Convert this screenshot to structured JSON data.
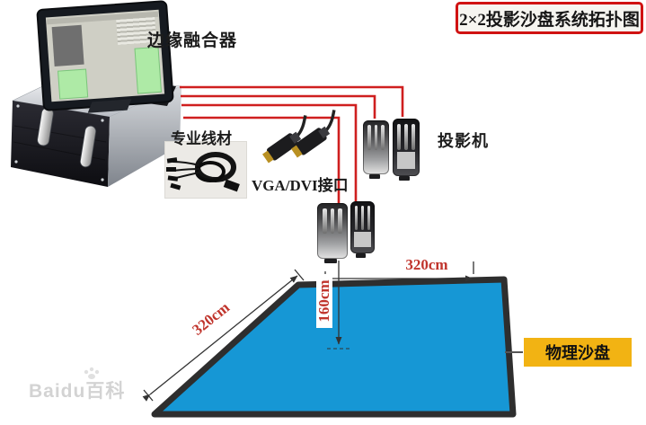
{
  "title": "2×2投影沙盘系统拓扑图",
  "device_labels": {
    "edge_blender": "边缘融合器",
    "professional_cable": "专业线材",
    "vga_dvi_port": "VGA/DVI接口",
    "projector": "投影机",
    "physical_sandbox": "物理沙盘"
  },
  "dimensions": {
    "table_width": "320cm",
    "table_depth": "320cm",
    "projection_offset": "160cm"
  },
  "watermark": "Baidu百科",
  "icons": {
    "edge_blender_chassis": "rack-server",
    "monitor": "control-software-screen",
    "cable_bundle_photo": "vga-breakout-cable",
    "dvi_plugs": "dvi-connectors",
    "projectors": "projector-top-view",
    "sand_table": "blue-projection-table"
  },
  "colors": {
    "cable_red": "#cf1f1f",
    "table_blue": "#1697d5",
    "table_border": "#2e2e2e",
    "label_yellow": "#F2B313",
    "dimension_red": "#c0342c",
    "title_border_red": "#d01212"
  }
}
